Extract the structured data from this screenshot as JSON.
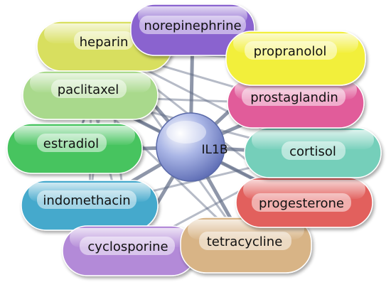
{
  "hub": {
    "label": "IL1B",
    "color": "#8f9fd8"
  },
  "nodes": [
    {
      "id": "heparin",
      "label": "heparin",
      "color": "#d8df5e"
    },
    {
      "id": "norepinephrine",
      "label": "norepinephrine",
      "color": "#8a63cf"
    },
    {
      "id": "propranolol",
      "label": "propranolol",
      "color": "#f2ef3a"
    },
    {
      "id": "paclitaxel",
      "label": "paclitaxel",
      "color": "#a9d98c"
    },
    {
      "id": "prostaglandin",
      "label": "prostaglandin",
      "color": "#e15b9a"
    },
    {
      "id": "estradiol",
      "label": "estradiol",
      "color": "#47c45e"
    },
    {
      "id": "cortisol",
      "label": "cortisol",
      "color": "#75cfba"
    },
    {
      "id": "indomethacin",
      "label": "indomethacin",
      "color": "#44a9cc"
    },
    {
      "id": "progesterone",
      "label": "progesterone",
      "color": "#e2605d"
    },
    {
      "id": "cyclosporine",
      "label": "cyclosporine",
      "color": "#b38ad8"
    },
    {
      "id": "tetracycline",
      "label": "tetracycline",
      "color": "#d8b486"
    }
  ],
  "edge_color": "#5f6a85"
}
